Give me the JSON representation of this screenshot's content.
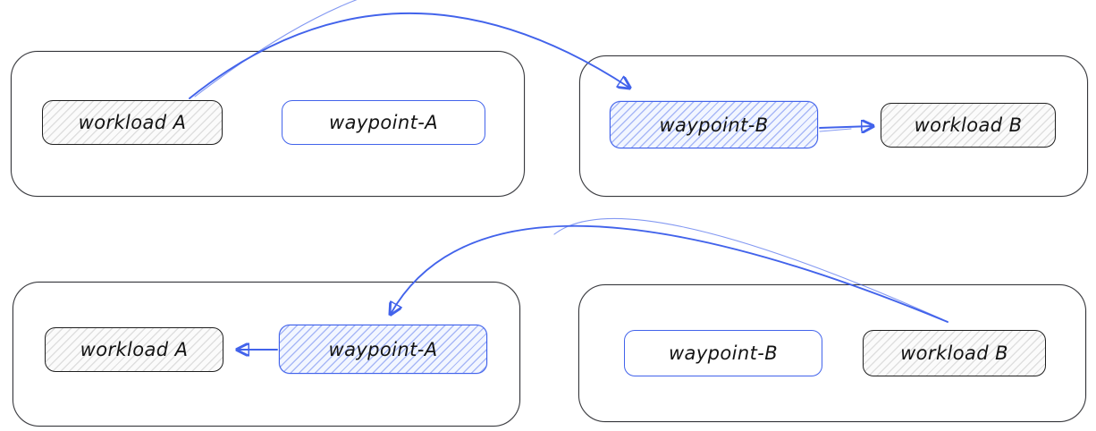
{
  "colors": {
    "accent_blue": "#4263eb",
    "node_border": "#1f1f1f",
    "panel_border": "#36373c",
    "gray_hatch_bg": "#fbfbfb",
    "blue_hatch_bg": "#f2f6ff"
  },
  "panels": {
    "top_left": {
      "contains": [
        "workload A",
        "waypoint-A"
      ]
    },
    "top_right": {
      "contains": [
        "waypoint-B",
        "workload B"
      ]
    },
    "bottom_left": {
      "contains": [
        "workload A",
        "waypoint-A"
      ]
    },
    "bottom_right": {
      "contains": [
        "waypoint-B",
        "workload B"
      ]
    }
  },
  "nodes": {
    "workload_a_top": {
      "label": "workload A",
      "style": "gray-hatch"
    },
    "waypoint_a_top": {
      "label": "waypoint-A",
      "style": "blue-outline"
    },
    "waypoint_b_top": {
      "label": "waypoint-B",
      "style": "blue-hatch"
    },
    "workload_b_top": {
      "label": "workload B",
      "style": "gray-hatch"
    },
    "workload_a_bottom": {
      "label": "workload A",
      "style": "gray-hatch"
    },
    "waypoint_a_bottom": {
      "label": "waypoint-A",
      "style": "blue-hatch"
    },
    "waypoint_b_bottom": {
      "label": "waypoint-B",
      "style": "blue-outline"
    },
    "workload_b_bottom": {
      "label": "workload B",
      "style": "gray-hatch"
    }
  },
  "edges": [
    {
      "from": "workload A (top-left)",
      "to": "waypoint-B (top-right)",
      "description": "workload A to waypoint-B"
    },
    {
      "from": "waypoint-B (top-right)",
      "to": "workload B (top-right)",
      "description": "waypoint-B to workload B"
    },
    {
      "from": "workload B (bottom-right)",
      "to": "waypoint-A (bottom-left)",
      "description": "workload B to waypoint-A"
    },
    {
      "from": "waypoint-A (bottom-left)",
      "to": "workload A (bottom-left)",
      "description": "waypoint-A to workload A"
    }
  ]
}
